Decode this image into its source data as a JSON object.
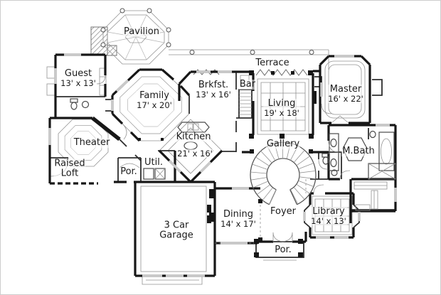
{
  "drawing": {
    "background": "#ffffff",
    "wall_color": "#171717",
    "detail_line_color": "#929292",
    "window_color": "#c9c9c9"
  },
  "rooms": [
    {
      "id": "pavilion",
      "name": "Pavilion"
    },
    {
      "id": "guest",
      "name": "Guest",
      "dims": "13' x 13'"
    },
    {
      "id": "family",
      "name": "Family",
      "dims": "17' x 20'"
    },
    {
      "id": "breakfast",
      "name": "Brkfst.",
      "dims": "13' x 16'"
    },
    {
      "id": "bar",
      "name": "Bar"
    },
    {
      "id": "terrace",
      "name": "Terrace"
    },
    {
      "id": "living",
      "name": "Living",
      "dims": "19' x 18'"
    },
    {
      "id": "master",
      "name": "Master",
      "dims": "16' x 22'"
    },
    {
      "id": "theater",
      "name": "Theater"
    },
    {
      "id": "raised-loft",
      "name": "Raised",
      "name2": "Loft"
    },
    {
      "id": "porch-left",
      "name": "Por."
    },
    {
      "id": "utility",
      "name": "Util."
    },
    {
      "id": "kitchen",
      "name": "Kitchen",
      "dims": "21' x 16'"
    },
    {
      "id": "gallery",
      "name": "Gallery"
    },
    {
      "id": "master-bath",
      "name": "M.Bath"
    },
    {
      "id": "garage",
      "name": "3 Car",
      "name2": "Garage"
    },
    {
      "id": "dining",
      "name": "Dining",
      "dims": "14' x 17'"
    },
    {
      "id": "foyer",
      "name": "Foyer"
    },
    {
      "id": "library",
      "name": "Library",
      "dims": "14' x 13'"
    },
    {
      "id": "porch-front",
      "name": "Por."
    }
  ]
}
